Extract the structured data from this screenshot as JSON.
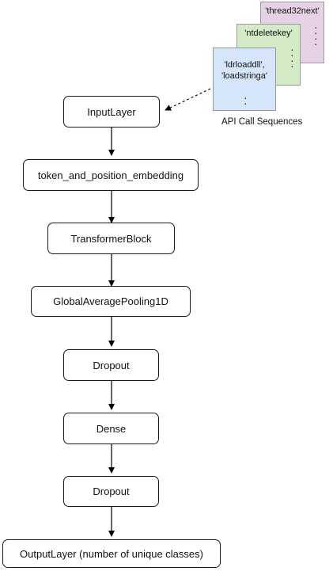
{
  "diagram": {
    "api_cards": [
      {
        "id": "purple",
        "text": "'thread32next'"
      },
      {
        "id": "green",
        "text": "'ntdeletekey'"
      },
      {
        "id": "blue",
        "line1": "'ldrloaddll',",
        "line2": "'loadstringa'"
      }
    ],
    "api_caption": "API Call Sequences",
    "layers": [
      "InputLayer",
      "token_and_position_embedding",
      "TransformerBlock",
      "GlobalAveragePooling1D",
      "Dropout",
      "Dense",
      "Dropout",
      "OutputLayer (number of unique classes)"
    ],
    "colors": {
      "api_card_purple": "#e6d2e6",
      "api_card_green": "#d3ecc7",
      "api_card_blue": "#d6e6fa",
      "box_border": "#1a1a1a",
      "arrow": "#000000"
    }
  }
}
